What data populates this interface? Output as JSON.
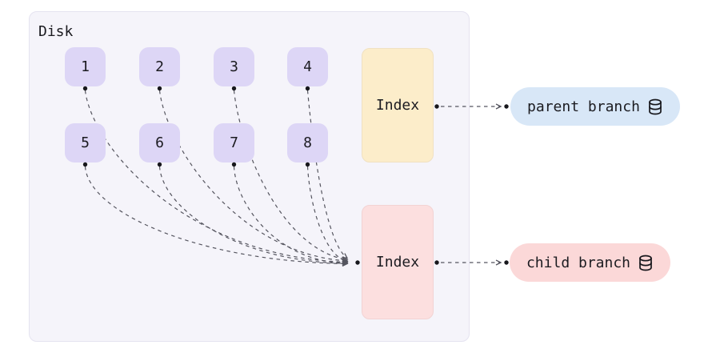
{
  "disk": {
    "label": "Disk",
    "pages": [
      "1",
      "2",
      "3",
      "4",
      "5",
      "6",
      "7",
      "8"
    ]
  },
  "parent_index": {
    "label": "Index"
  },
  "child_index": {
    "label": "Index"
  },
  "parent_branch": {
    "label": "parent branch",
    "icon": "database-icon"
  },
  "child_branch": {
    "label": "child branch",
    "icon": "database-icon"
  },
  "connections": [
    {
      "from": "page-1",
      "to": "child-index"
    },
    {
      "from": "page-2",
      "to": "child-index"
    },
    {
      "from": "page-3",
      "to": "child-index"
    },
    {
      "from": "page-4",
      "to": "child-index"
    },
    {
      "from": "page-5",
      "to": "child-index"
    },
    {
      "from": "page-6",
      "to": "child-index"
    },
    {
      "from": "page-7",
      "to": "child-index"
    },
    {
      "from": "page-8",
      "to": "child-index"
    },
    {
      "from": "parent-index",
      "to": "parent-branch"
    },
    {
      "from": "child-index",
      "to": "child-branch"
    }
  ],
  "colors": {
    "disk_bg": "#f5f4fa",
    "disk_border": "#e5e3f0",
    "page_box_bg": "#ddd6f6",
    "parent_index_bg": "#fcedca",
    "child_index_bg": "#fcdfdf",
    "parent_branch_bg": "#d8e7f7",
    "child_branch_bg": "#fbd8d8",
    "connector": "#55555f",
    "dot": "#17171c",
    "text": "#1b1b20"
  }
}
